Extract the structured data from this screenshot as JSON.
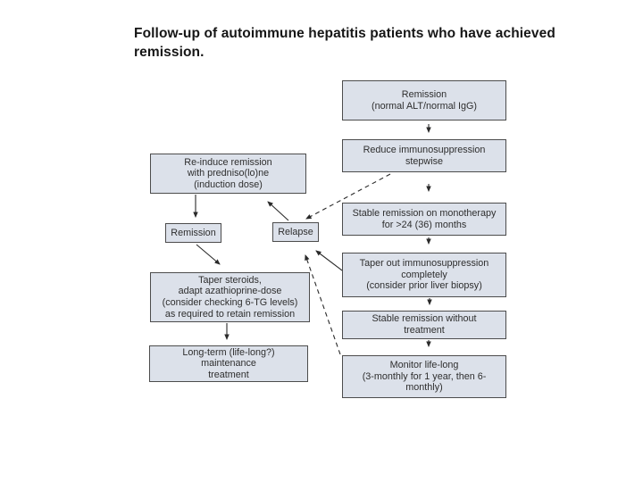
{
  "slide": {
    "title": "Follow-up of autoimmune hepatitis patients who have achieved remission."
  },
  "flowchart": {
    "right_column": {
      "remission_normal": "Remission\n(normal ALT/normal IgG)",
      "reduce_immunosuppression": "Reduce immunosuppression\nstepwise",
      "stable_monotherapy": "Stable remission on monotherapy\nfor >24 (36) months",
      "taper_out": "Taper out immunosuppression\ncompletely\n(consider prior liver biopsy)",
      "stable_without_treatment": "Stable remission without\ntreatment",
      "monitor": "Monitor life-long\n(3-monthly for 1 year, then 6-\nmonthly)"
    },
    "left_column": {
      "reinduce": "Re-induce remission\nwith predniso(lo)ne\n(induction dose)",
      "remission": "Remission",
      "relapse": "Relapse",
      "taper_steroids": "Taper steroids,\nadapt azathioprine-dose\n(consider checking 6-TG levels)\nas required to retain remission",
      "long_term": "Long-term (life-long?)\nmaintenance\ntreatment"
    },
    "colors": {
      "box_fill": "#dce1ea",
      "box_border": "#4c4c4c",
      "arrow": "#2a2a2a"
    }
  }
}
